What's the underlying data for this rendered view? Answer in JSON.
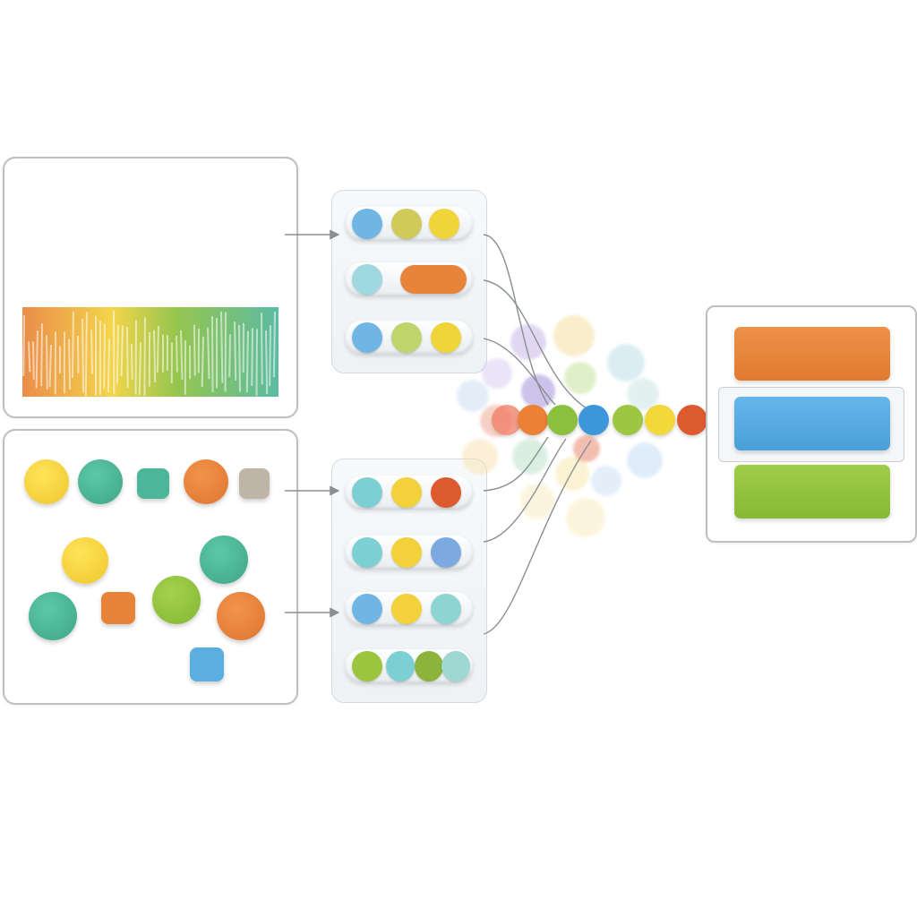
{
  "colors": {
    "orange": "#e8833a",
    "yellow": "#f3d13a",
    "green": "#8dc03f",
    "teal": "#4db59a",
    "blue": "#5aaee0",
    "cyan": "#7ccfd3",
    "red": "#dd5a2f",
    "gray": "#bdb6a6",
    "connector": "#8a8f94"
  },
  "diagram": {
    "inputs": [
      "audio-waveform",
      "spectrogram",
      "object-shapes"
    ],
    "token_groups": [
      "token-stack-top",
      "token-stack-bottom"
    ],
    "fusion": "token-sequence",
    "outputs": [
      "orange-output",
      "blue-output",
      "green-output"
    ]
  }
}
